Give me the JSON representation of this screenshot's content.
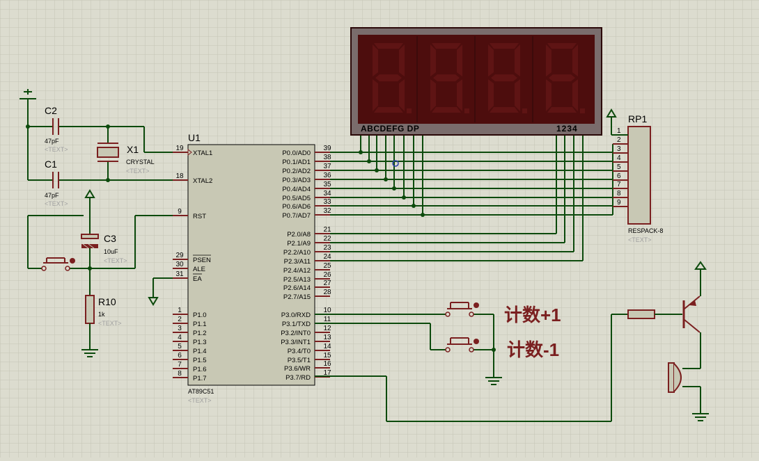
{
  "mcu": {
    "ref": "U1",
    "part": "AT89C51",
    "text": "<TEXT>",
    "left_pins": [
      {
        "num": "19",
        "label": "XTAL1"
      },
      {
        "num": "18",
        "label": "XTAL2"
      },
      {
        "num": "9",
        "label": "RST"
      },
      {
        "num": "29",
        "label": "PSEN"
      },
      {
        "num": "30",
        "label": "ALE"
      },
      {
        "num": "31",
        "label": "EA"
      },
      {
        "num": "1",
        "label": "P1.0"
      },
      {
        "num": "2",
        "label": "P1.1"
      },
      {
        "num": "3",
        "label": "P1.2"
      },
      {
        "num": "4",
        "label": "P1.3"
      },
      {
        "num": "5",
        "label": "P1.4"
      },
      {
        "num": "6",
        "label": "P1.5"
      },
      {
        "num": "7",
        "label": "P1.6"
      },
      {
        "num": "8",
        "label": "P1.7"
      }
    ],
    "right_pins": [
      {
        "num": "39",
        "label": "P0.0/AD0"
      },
      {
        "num": "38",
        "label": "P0.1/AD1"
      },
      {
        "num": "37",
        "label": "P0.2/AD2"
      },
      {
        "num": "36",
        "label": "P0.3/AD3"
      },
      {
        "num": "35",
        "label": "P0.4/AD4"
      },
      {
        "num": "34",
        "label": "P0.5/AD5"
      },
      {
        "num": "33",
        "label": "P0.6/AD6"
      },
      {
        "num": "32",
        "label": "P0.7/AD7"
      },
      {
        "num": "21",
        "label": "P2.0/A8"
      },
      {
        "num": "22",
        "label": "P2.1/A9"
      },
      {
        "num": "23",
        "label": "P2.2/A10"
      },
      {
        "num": "24",
        "label": "P2.3/A11"
      },
      {
        "num": "25",
        "label": "P2.4/A12"
      },
      {
        "num": "26",
        "label": "P2.5/A13"
      },
      {
        "num": "27",
        "label": "P2.6/A14"
      },
      {
        "num": "28",
        "label": "P2.7/A15"
      },
      {
        "num": "10",
        "label": "P3.0/RXD"
      },
      {
        "num": "11",
        "label": "P3.1/TXD"
      },
      {
        "num": "12",
        "label": "P3.2/INT0"
      },
      {
        "num": "13",
        "label": "P3.3/INT1"
      },
      {
        "num": "14",
        "label": "P3.4/T0"
      },
      {
        "num": "15",
        "label": "P3.5/T1"
      },
      {
        "num": "16",
        "label": "P3.6/WR"
      },
      {
        "num": "17",
        "label": "P3.7/RD"
      }
    ]
  },
  "c2": {
    "ref": "C2",
    "value": "47pF",
    "text": "<TEXT>"
  },
  "c1": {
    "ref": "C1",
    "value": "47pF",
    "text": "<TEXT>"
  },
  "x1": {
    "ref": "X1",
    "value": "CRYSTAL",
    "text": "<TEXT>"
  },
  "c3": {
    "ref": "C3",
    "value": "10uF",
    "text": "<TEXT>"
  },
  "r10": {
    "ref": "R10",
    "value": "1k",
    "text": "<TEXT>"
  },
  "rp1": {
    "ref": "RP1",
    "part": "RESPACK-8",
    "text": "<TEXT>",
    "pins": [
      "1",
      "2",
      "3",
      "4",
      "5",
      "6",
      "7",
      "8",
      "9"
    ]
  },
  "display": {
    "segment_label": "ABCDEFG DP",
    "digit_label": "1234",
    "digit_count": 4
  },
  "buttons": {
    "inc_label": "计数+1",
    "dec_label": "计数-1"
  },
  "colors": {
    "background": "#dcdccf",
    "wire": "#0c4a0c",
    "component": "#7a1f1f",
    "body_fill": "#c8c8b4",
    "display_bg": "#4d0d0d",
    "segment_off": "#5e1414",
    "label_red": "#7a1f1f"
  }
}
